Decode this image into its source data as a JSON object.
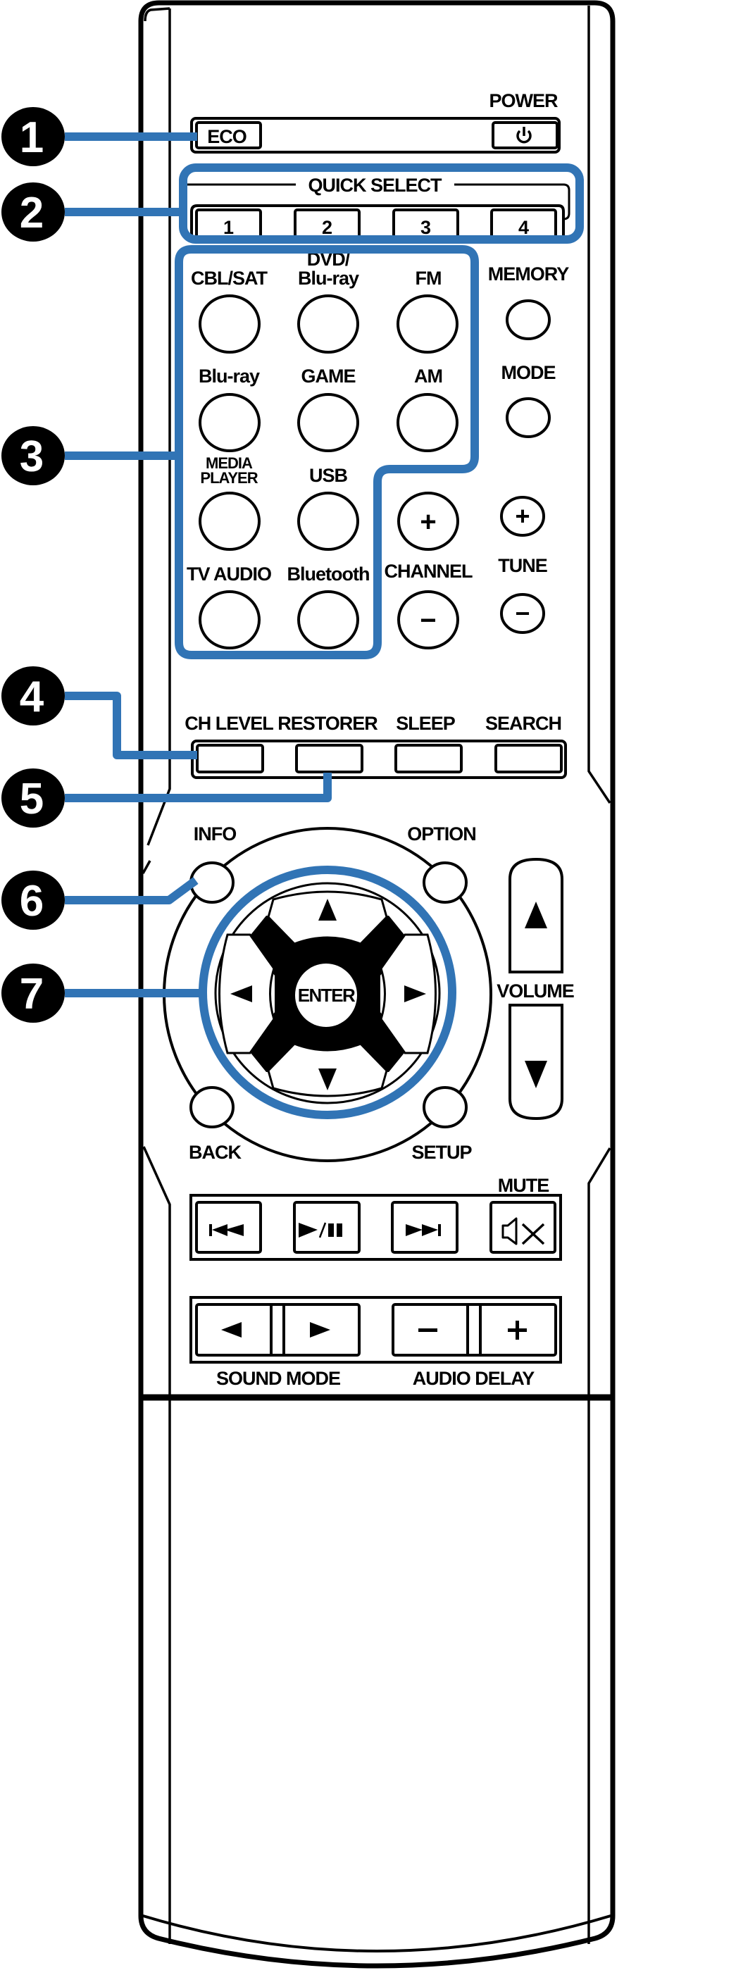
{
  "accent_color": "#3174B5",
  "callouts": [
    "1",
    "2",
    "3",
    "4",
    "5",
    "6",
    "7"
  ],
  "top": {
    "power_label": "POWER",
    "eco_label": "ECO",
    "power_icon": "power-icon"
  },
  "quick_select": {
    "label": "QUICK SELECT",
    "buttons": [
      "1",
      "2",
      "3",
      "4"
    ]
  },
  "sources": {
    "cbl_sat": "CBL/SAT",
    "dvd_line1": "DVD/",
    "dvd_line2": "Blu-ray",
    "fm": "FM",
    "bluray": "Blu-ray",
    "game": "GAME",
    "am": "AM",
    "media_line1": "MEDIA",
    "media_line2": "PLAYER",
    "usb": "USB",
    "tv_audio": "TV AUDIO",
    "bluetooth": "Bluetooth"
  },
  "tuner": {
    "memory": "MEMORY",
    "mode": "MODE",
    "channel": "CHANNEL",
    "tune": "TUNE",
    "plus": "+",
    "minus": "−"
  },
  "function_row": [
    "CH LEVEL",
    "RESTORER",
    "SLEEP",
    "SEARCH"
  ],
  "nav": {
    "info": "INFO",
    "option": "OPTION",
    "back": "BACK",
    "setup": "SETUP",
    "enter": "ENTER"
  },
  "volume": {
    "label": "VOLUME"
  },
  "transport": {
    "mute": "MUTE",
    "icons": [
      "previous-track-icon",
      "play-pause-icon",
      "next-track-icon",
      "mute-icon"
    ]
  },
  "bottom": {
    "sound_mode": "SOUND MODE",
    "audio_delay": "AUDIO DELAY"
  }
}
